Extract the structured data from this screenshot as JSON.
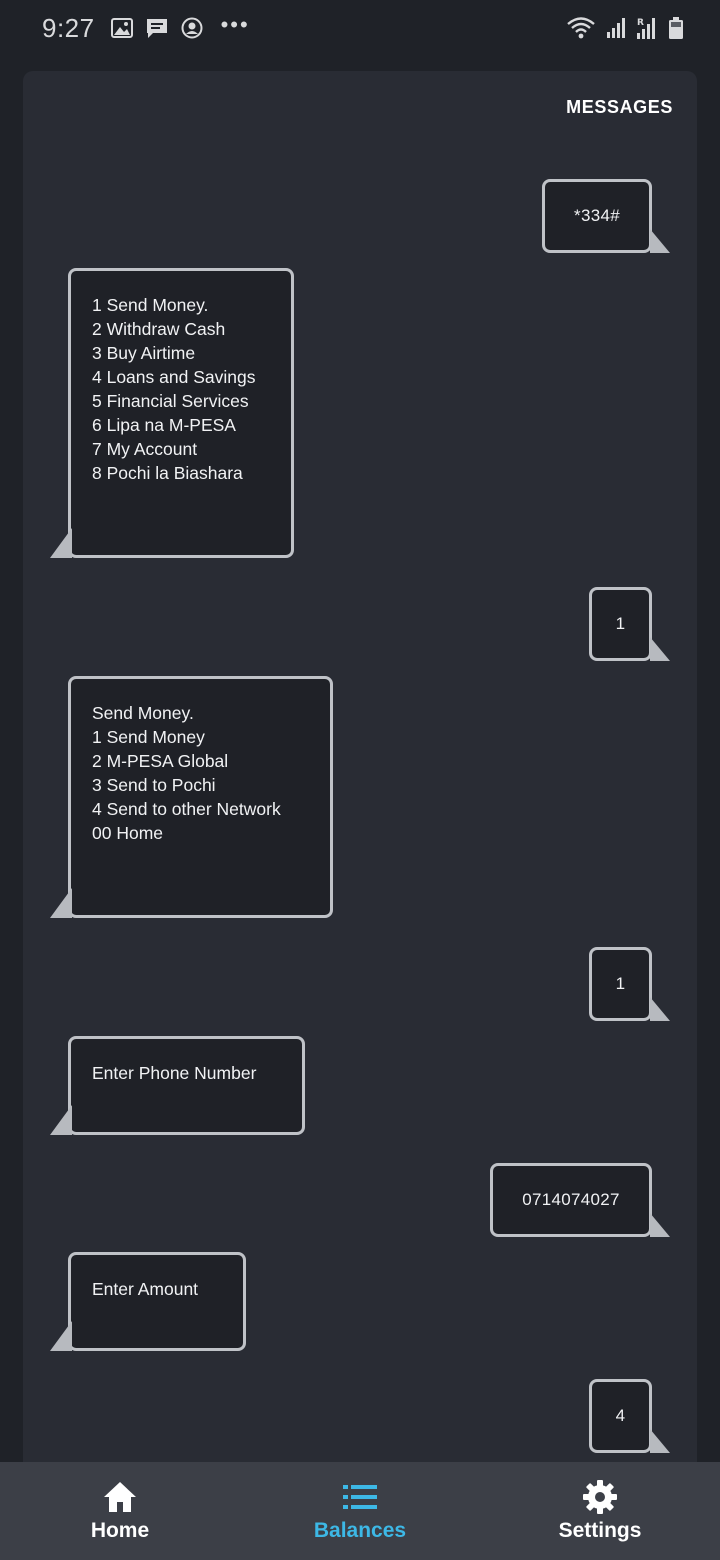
{
  "status_bar": {
    "time": "9:27"
  },
  "panel": {
    "title": "MESSAGES"
  },
  "messages": [
    {
      "dir": "out",
      "text": "*334#"
    },
    {
      "dir": "in",
      "lines": [
        "1 Send Money.",
        "2 Withdraw Cash",
        "3 Buy Airtime",
        "4 Loans and Savings",
        "5 Financial Services",
        "6 Lipa na M-PESA",
        "7 My Account",
        "8 Pochi la Biashara"
      ]
    },
    {
      "dir": "out",
      "text": "1"
    },
    {
      "dir": "in",
      "lines": [
        "Send Money.",
        "1 Send Money",
        "2 M-PESA Global",
        "3 Send to Pochi",
        "4 Send to other Network",
        "00 Home"
      ]
    },
    {
      "dir": "out",
      "text": "1"
    },
    {
      "dir": "in",
      "lines": [
        "Enter Phone Number"
      ]
    },
    {
      "dir": "out",
      "text": "0714074027"
    },
    {
      "dir": "in",
      "lines": [
        "Enter Amount"
      ]
    },
    {
      "dir": "out",
      "text": "4"
    }
  ],
  "nav": {
    "items": [
      {
        "label": "Home",
        "icon": "home-icon",
        "active": false
      },
      {
        "label": "Balances",
        "icon": "list-icon",
        "active": true
      },
      {
        "label": "Settings",
        "icon": "gear-icon",
        "active": false
      }
    ]
  },
  "colors": {
    "background": "#1f2228",
    "panel": "#292c34",
    "bubble": "#1f2127",
    "bubble_border": "#bfc2c7",
    "nav_bar": "#3c3f47",
    "accent": "#3db8e6"
  }
}
